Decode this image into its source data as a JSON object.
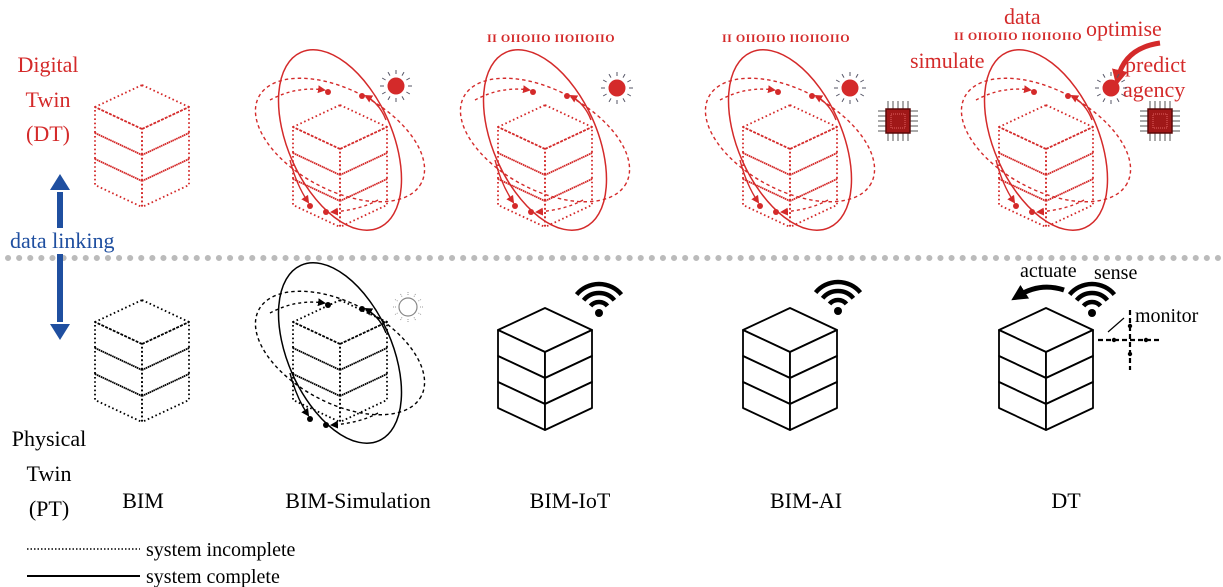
{
  "digital_twin_label": [
    "Digital",
    "Twin",
    "(DT)"
  ],
  "physical_twin_label": [
    "Physical",
    "Twin",
    "(PT)"
  ],
  "data_linking": "data linking",
  "stages": [
    "BIM",
    "BIM-Simulation",
    "BIM-IoT",
    "BIM-AI",
    "DT"
  ],
  "data_bits": "II OIIOIIO IIOIIOIIO",
  "dt_annotations": {
    "data": "data",
    "optimise": "optimise",
    "simulate": "simulate",
    "predict": "predict",
    "agency": "agency"
  },
  "pt_annotations": {
    "actuate": "actuate",
    "sense": "sense",
    "monitor": "monitor"
  },
  "legend": {
    "incomplete": "system incomplete",
    "complete": "system complete"
  },
  "colors": {
    "digital": "#d42a2a",
    "physical": "#000000",
    "link": "#1f4fa0",
    "chip": "#a01818"
  }
}
